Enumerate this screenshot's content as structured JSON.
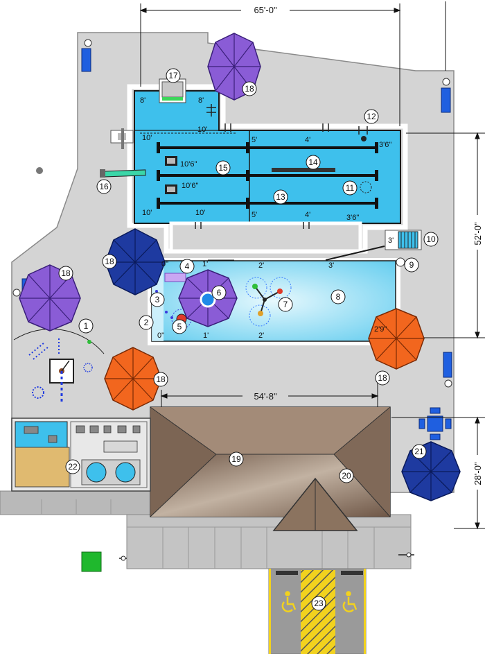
{
  "dimensions": {
    "top_width": "65'-0\"",
    "right_upper": "52'-0\"",
    "right_lower": "28'-0\"",
    "building_width": "54'-8\""
  },
  "lap_pool_depths": {
    "d_8a": "8'",
    "d_8b": "8'",
    "d_10a": "10'",
    "d_10b": "10'",
    "d_10c": "10'",
    "d_10d": "10'",
    "d_1066a": "10'6\"",
    "d_1066b": "10'6\"",
    "d_5a": "5'",
    "d_5b": "5'",
    "d_4a": "4'",
    "d_4b": "4'",
    "d_36a": "3'6\"",
    "d_36b": "3'6\"",
    "d_3a": "3'",
    "d_3b": "3'"
  },
  "play_pool_depths": {
    "z0a": "0\"",
    "z0b": "0\"",
    "o1a": "1'",
    "o1b": "1'",
    "t2a": "2'",
    "t2b": "2'",
    "d29": "2'9\""
  },
  "keys": {
    "k1": "1",
    "k2": "2",
    "k3": "3",
    "k4": "4",
    "k5": "5",
    "k6": "6",
    "k7": "7",
    "k8": "8",
    "k9": "9",
    "k10": "10",
    "k11": "11",
    "k12": "12",
    "k13": "13",
    "k14": "14",
    "k15": "15",
    "k16": "16",
    "k17": "17",
    "k18a": "18",
    "k18b": "18",
    "k18c": "18",
    "k18d": "18",
    "k18e": "18",
    "k19": "19",
    "k20": "20",
    "k21": "21",
    "k22": "22",
    "k23": "23"
  },
  "colors": {
    "deck": "#d4d4d4",
    "water_lap": "#3ec0ec",
    "water_play": "#a8e4f6",
    "roof": "#9b8270",
    "umbrella_purple": "#8a5cd6",
    "umbrella_navy": "#1e3aa0",
    "umbrella_orange": "#f2661e",
    "parking": "#9a9a9a",
    "ada_yellow": "#f2d21e"
  },
  "icons": [
    "wheelchair-icon",
    "umbrella-icon",
    "ladder-icon",
    "slide-icon",
    "diving-board-icon"
  ]
}
